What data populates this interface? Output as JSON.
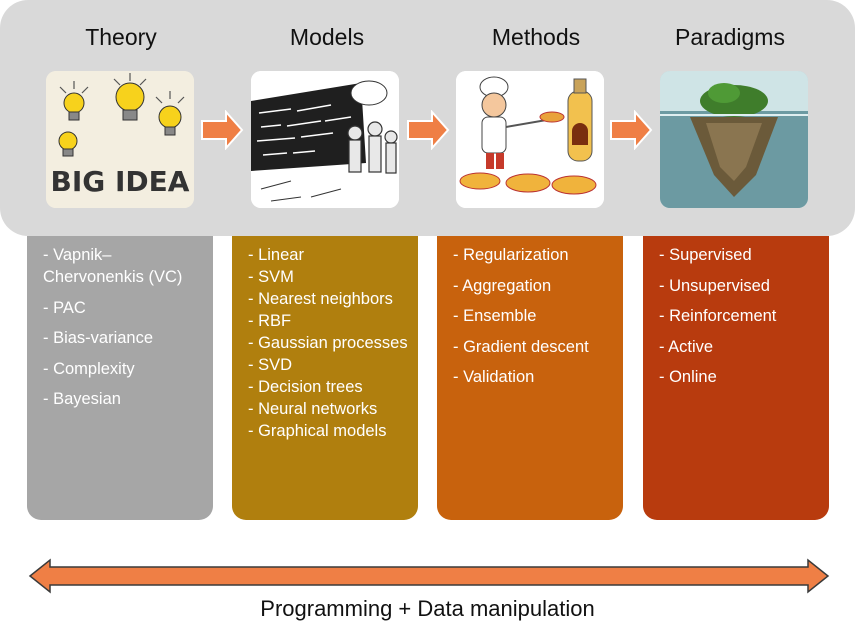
{
  "columns": [
    {
      "title": "Theory",
      "image_icon": "big-idea-lightbulbs",
      "image_text": "BIG IDEA",
      "color": "#a6a6a6",
      "items": [
        "- Vapnik–Chervonenkis (VC)",
        "- PAC",
        "- Bias-variance",
        "- Complexity",
        "- Bayesian"
      ]
    },
    {
      "title": "Models",
      "image_icon": "scientists-at-chalkboard",
      "color": "#b07f0e",
      "items": [
        "- Linear",
        "- SVM",
        "- Nearest neighbors",
        "- RBF",
        "- Gaussian processes",
        "- SVD",
        "- Decision trees",
        "- Neural networks",
        "- Graphical models"
      ]
    },
    {
      "title": "Methods",
      "image_icon": "chef-with-pizza-oven",
      "color": "#c8620d",
      "items": [
        "- Regularization",
        "- Aggregation",
        "- Ensemble",
        "- Gradient descent",
        "- Validation"
      ]
    },
    {
      "title": "Paradigms",
      "image_icon": "floating-island",
      "color": "#b83b0e",
      "items": [
        "- Supervised",
        "- Unsupervised",
        "- Reinforcement",
        "- Active",
        "- Online"
      ]
    }
  ],
  "bottom_label": "Programming + Data manipulation",
  "colors": {
    "band": "#d9d9d9",
    "flow_arrow": "#ef7f45",
    "bottom_arrow": "#ef7f45",
    "bottom_arrow_outline": "#3a3a3a"
  }
}
